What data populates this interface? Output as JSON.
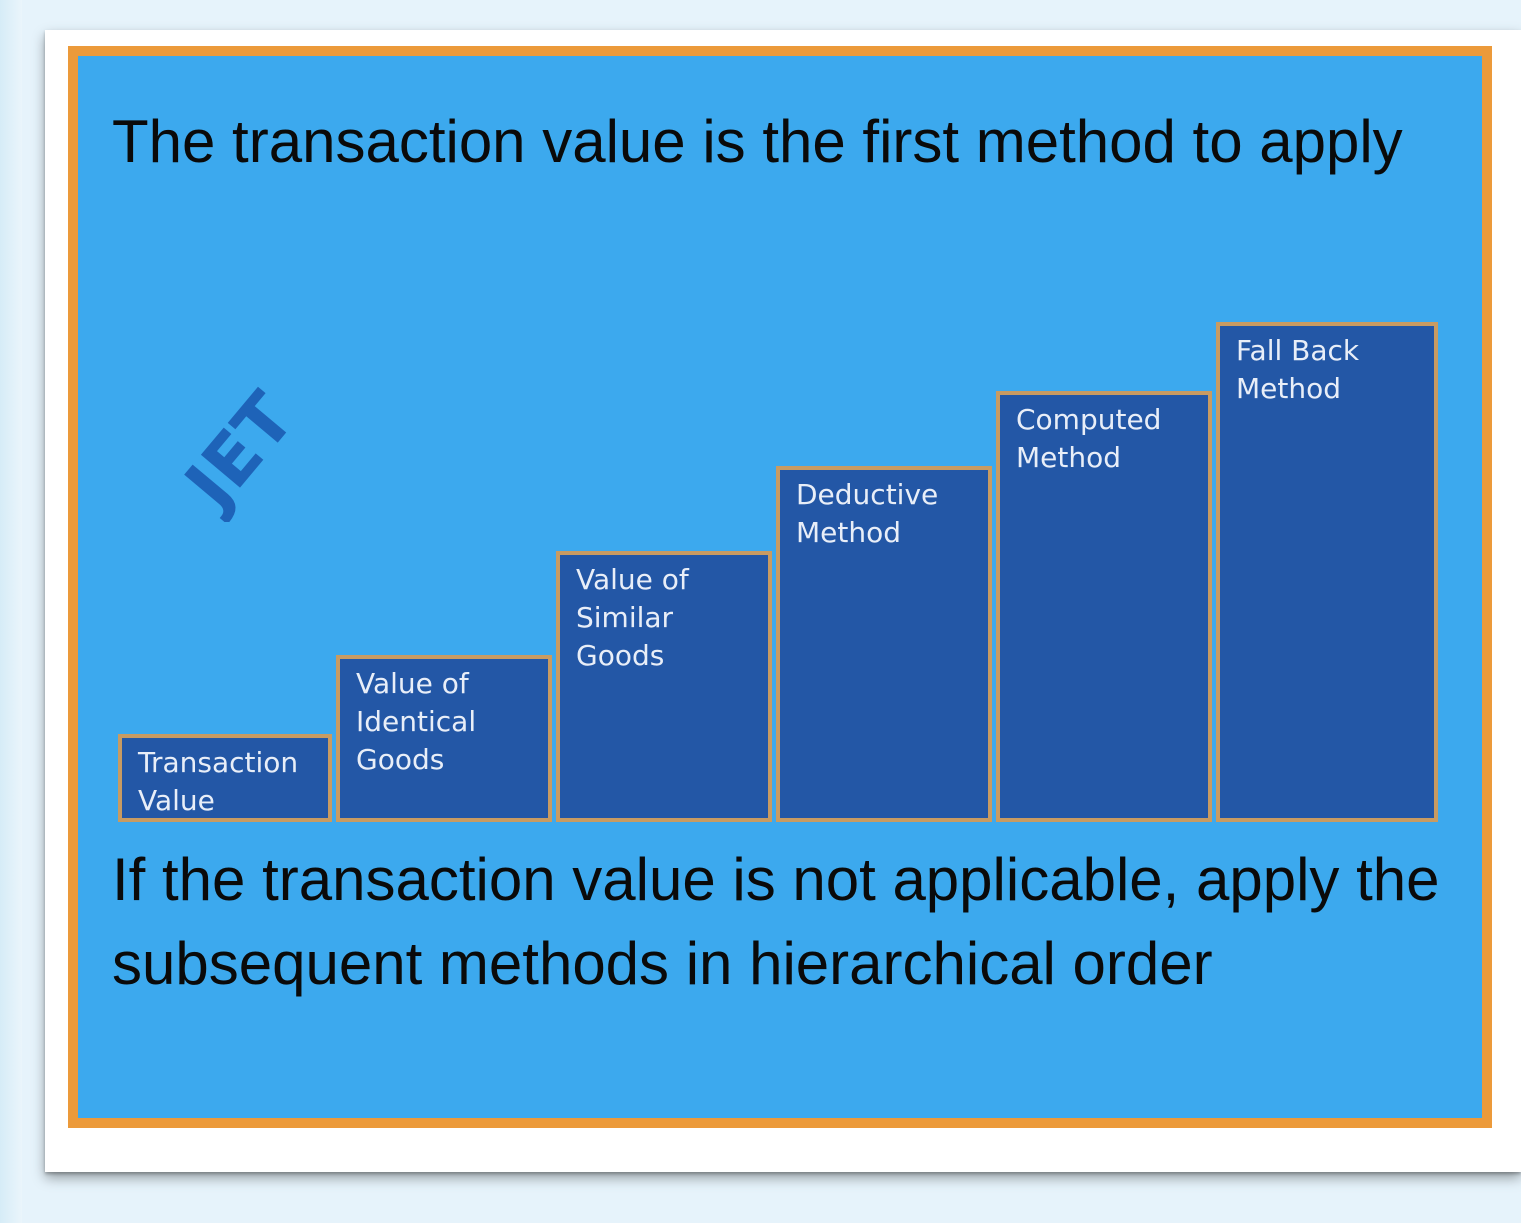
{
  "slide": {
    "title": "The transaction value is the first method to apply",
    "footer": "If the transaction value is not applicable, apply the subsequent methods in hierarchical  order",
    "logo_text": "JET"
  },
  "steps": [
    {
      "label": "Transaction\nValue"
    },
    {
      "label": "Value of\nIdentical\nGoods"
    },
    {
      "label": "Value of\nSimilar\nGoods"
    },
    {
      "label": "Deductive\nMethod"
    },
    {
      "label": "Computed\nMethod"
    },
    {
      "label": "Fall Back\nMethod"
    }
  ],
  "colors": {
    "slide_background": "#3ca9ee",
    "slide_border": "#ec9a3a",
    "step_fill": "#2357a6",
    "step_border": "#c89b62",
    "logo": "#1e63b8"
  }
}
